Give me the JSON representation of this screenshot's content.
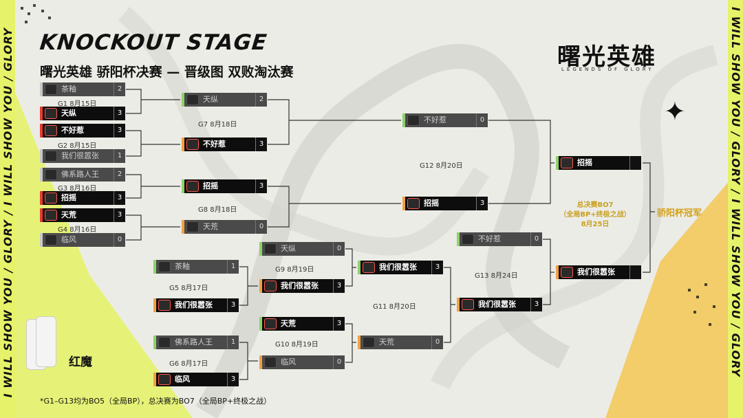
{
  "side_band_text": "I WILL SHOW YOU / GLORY / I WILL SHOW YOU / GLORY",
  "title": "KNOCKOUT STAGE",
  "subtitle": "曙光英雄 骄阳杯决赛 — 晋级图 双败淘汰赛",
  "logo": {
    "main": "曙光英雄",
    "sub": "LEGENDS OF GLORY"
  },
  "matches": {
    "g1": {
      "label": "G1 8月15日",
      "team_a": {
        "name": "茶釉",
        "score": "2"
      },
      "team_b": {
        "name": "天纵",
        "score": "3"
      }
    },
    "g2": {
      "label": "G2 8月15日",
      "team_a": {
        "name": "不好惹",
        "score": "3"
      },
      "team_b": {
        "name": "我们很嚣张",
        "score": "1"
      }
    },
    "g3": {
      "label": "G3 8月16日",
      "team_a": {
        "name": "佛系路人王",
        "score": "2"
      },
      "team_b": {
        "name": "招摇",
        "score": "3"
      }
    },
    "g4": {
      "label": "G4 8月16日",
      "team_a": {
        "name": "天荒",
        "score": "3"
      },
      "team_b": {
        "name": "临风",
        "score": "0"
      }
    },
    "g5": {
      "label": "G5 8月17日",
      "team_a": {
        "name": "茶釉",
        "score": "1"
      },
      "team_b": {
        "name": "我们很嚣张",
        "score": "3"
      }
    },
    "g6": {
      "label": "G6 8月17日",
      "team_a": {
        "name": "佛系路人王",
        "score": "1"
      },
      "team_b": {
        "name": "临风",
        "score": "3"
      }
    },
    "g7": {
      "label": "G7 8月18日",
      "team_a": {
        "name": "天纵",
        "score": "2"
      },
      "team_b": {
        "name": "不好惹",
        "score": "3"
      }
    },
    "g8": {
      "label": "G8 8月18日",
      "team_a": {
        "name": "招摇",
        "score": "3"
      },
      "team_b": {
        "name": "天荒",
        "score": "0"
      }
    },
    "g9": {
      "label": "G9  8月19日",
      "team_a": {
        "name": "天纵",
        "score": "0"
      },
      "team_b": {
        "name": "我们很嚣张",
        "score": "3"
      }
    },
    "g10": {
      "label": "G10 8月19日",
      "team_a": {
        "name": "天荒",
        "score": "3"
      },
      "team_b": {
        "name": "临风",
        "score": "0"
      }
    },
    "g11": {
      "label": "G11  8月20日",
      "team_a": {
        "name": "我们很嚣张",
        "score": "3"
      },
      "team_b": {
        "name": "天荒",
        "score": "0"
      }
    },
    "g12": {
      "label": "G12 8月20日",
      "team_a": {
        "name": "不好惹",
        "score": "0"
      },
      "team_b": {
        "name": "招摇",
        "score": "3"
      }
    },
    "g13": {
      "label": "G13  8月24日",
      "team_a": {
        "name": "不好惹",
        "score": "0"
      },
      "team_b": {
        "name": "我们很嚣张",
        "score": "3"
      }
    },
    "final": {
      "team_a": {
        "name": "招摇",
        "score": ""
      },
      "team_b": {
        "name": "我们很嚣张",
        "score": ""
      }
    }
  },
  "final_info": {
    "line1": "总决赛BO7",
    "line2": "（全局BP+终极之战）",
    "line3": "8月25日"
  },
  "champion_label": "骄阳杯冠军",
  "sponsor_brand": "红魔",
  "footnote": "*G1–G13均为BO5（全局BP），总决赛为BO7（全局BP+终极之战）",
  "colors": {
    "accent_yellow": "#e6f36a",
    "winner_red": "#e63b2e",
    "champion_gold": "#d4a017"
  }
}
